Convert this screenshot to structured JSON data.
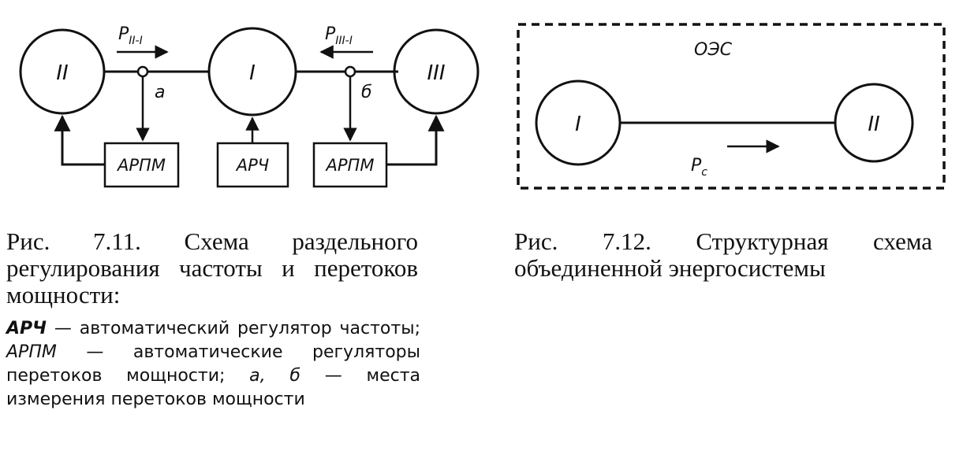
{
  "fig711": {
    "nodes": {
      "left": "II",
      "center": "I",
      "right": "III"
    },
    "flow_left": {
      "label": "P",
      "subscript": "II-I"
    },
    "flow_right": {
      "label": "P",
      "subscript": "III-I"
    },
    "point_a": "а",
    "point_b": "б",
    "boxes": {
      "left": "АРПМ",
      "center": "АРЧ",
      "right": "АРПМ"
    }
  },
  "fig712": {
    "system_label": "ОЭС",
    "nodes": {
      "left": "I",
      "right": "II"
    },
    "flow": {
      "label": "P",
      "subscript": "c"
    }
  },
  "captions": {
    "fig711": {
      "prefix": "Рис.",
      "number": "7.11.",
      "text": "Схема раздельного регулирования частоты и перетоков мощности:"
    },
    "fig712": {
      "prefix": "Рис.",
      "number": "7.12.",
      "text": "Структурная схема объединенной энергосистемы"
    }
  },
  "legend": {
    "term1": "АРЧ",
    "def1": " — автоматический регулятор частоты; ",
    "term2": "АРПМ",
    "def2": " — автоматические регуляторы перетоков мощности; ",
    "term3": "а, б",
    "def3": " — места измерения перетоков мощности"
  }
}
